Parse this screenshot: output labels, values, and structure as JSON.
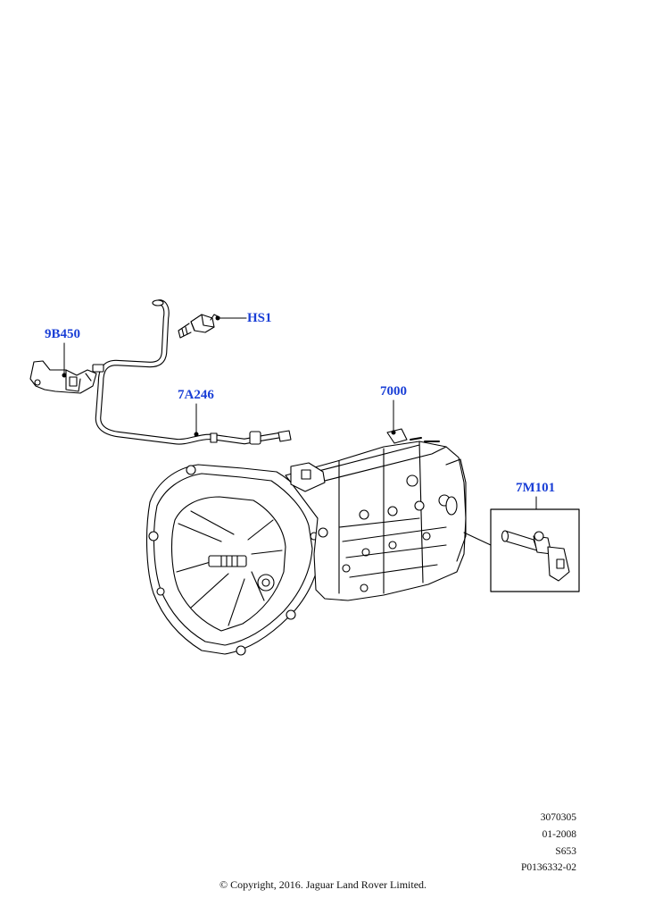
{
  "callouts": {
    "hs1": "HS1",
    "bracket": "9B450",
    "vent_pipe": "7A246",
    "transmission": "7000",
    "speed_sensor": "7M101"
  },
  "illustration": {
    "codes": [
      "3070305",
      "01-2008",
      "S653",
      "P0136332-02"
    ]
  },
  "footer": {
    "copyright": "© Copyright, 2016. Jaguar Land Rover Limited."
  },
  "colors": {
    "callout": "#1a3fd6",
    "line": "#000000"
  }
}
